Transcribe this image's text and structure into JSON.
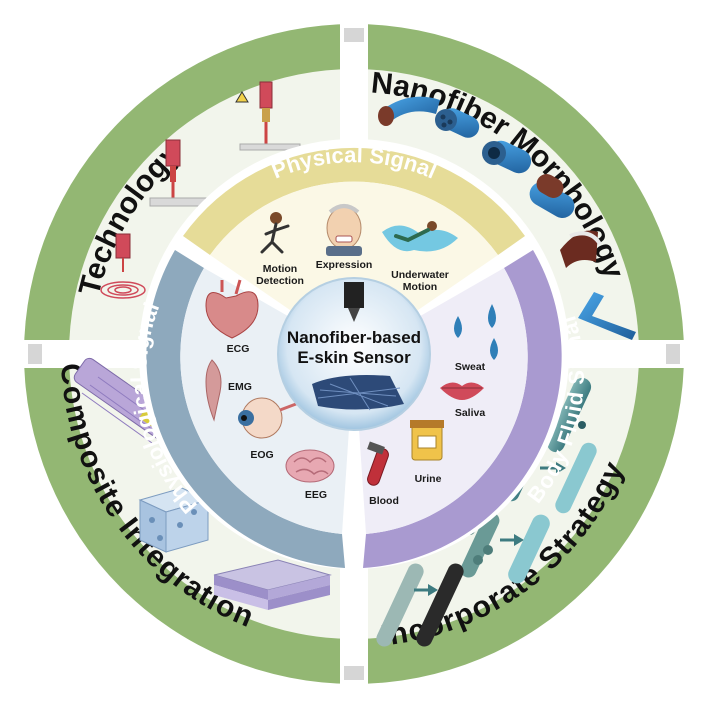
{
  "center": {
    "line1": "Nanofiber-based",
    "line2": "E-skin Sensor"
  },
  "inner_ring": {
    "physical": "Physical Signal",
    "physiological": "Physiological Signal",
    "body_fluid": "Body Fluid Signal"
  },
  "physical_items": {
    "motion_1": "Motion",
    "motion_2": "Detection",
    "expression": "Expression",
    "underwater_1": "Underwater",
    "underwater_2": "Motion"
  },
  "physiological_items": {
    "ecg": "ECG",
    "emg": "EMG",
    "eog": "EOG",
    "eeg": "EEG"
  },
  "body_fluid_items": {
    "sweat": "Sweat",
    "saliva": "Saliva",
    "urine": "Urine",
    "blood": "Blood"
  },
  "outer_ring": {
    "technology": "Technology",
    "nanofiber_morphology": "Nanofiber Morphology",
    "composite_integration": "Composite Integration",
    "incorporate_strategy": "Incorporate Strategy"
  },
  "colors": {
    "outer_green": "#93b773",
    "quadrant_bg": "#f2f5ec",
    "physical_ring": "#e6dc98",
    "physiological_ring": "#8ea9bd",
    "body_fluid_ring": "#a99ad0",
    "spinner_red": "#d04a5a",
    "fiber_blue": "#3b8fd4"
  }
}
